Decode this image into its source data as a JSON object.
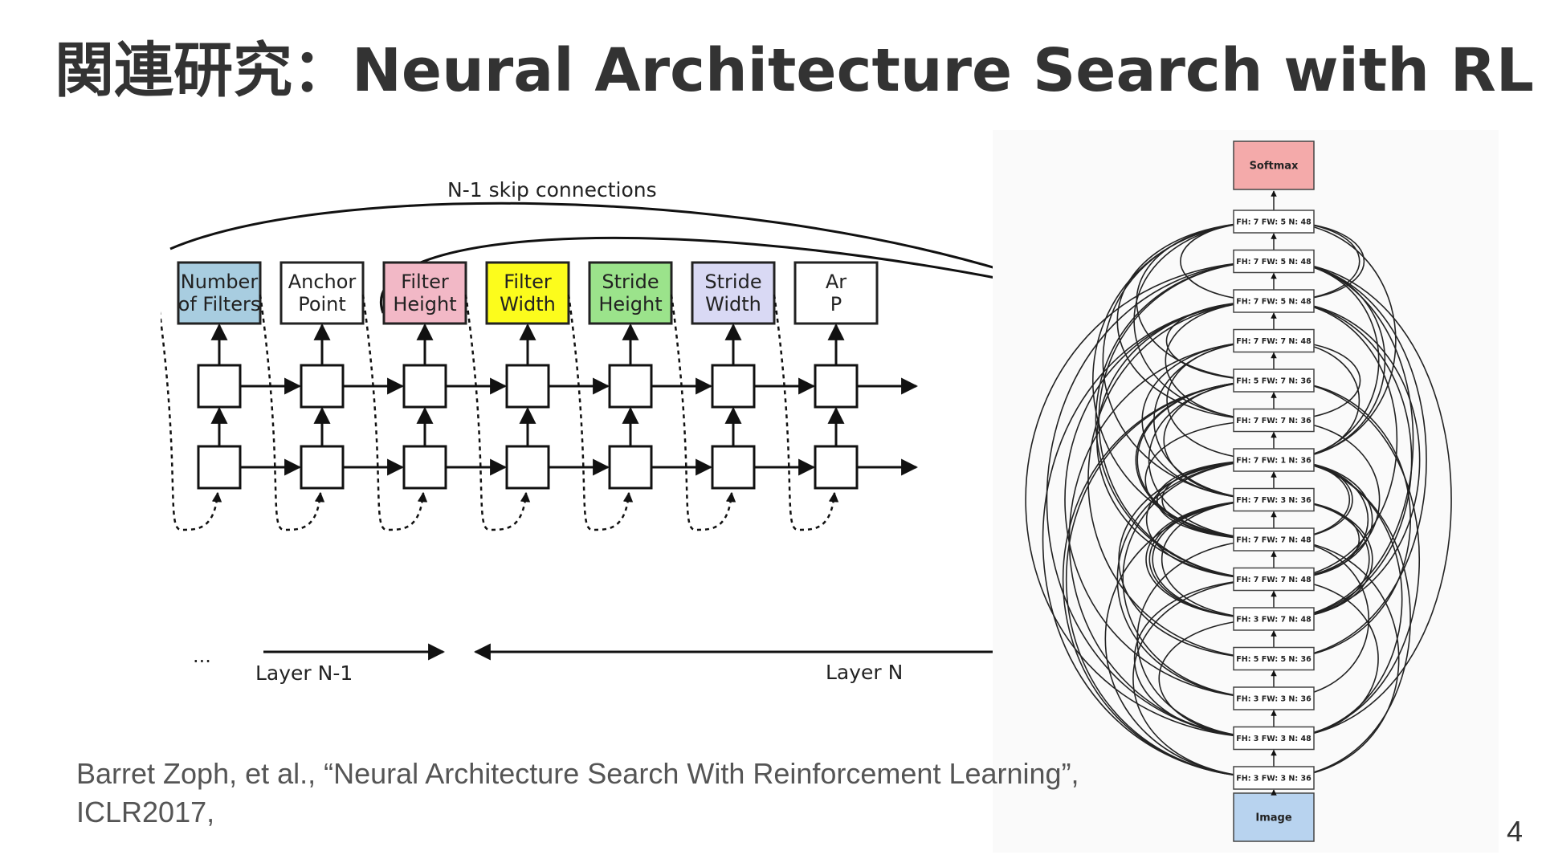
{
  "slide": {
    "title": "関連研究：Neural Architecture Search with RL",
    "citation_line1": "Barret Zoph, et al., “Neural Architecture Search With Reinforcement Learning”,",
    "citation_line2": "ICLR2017,",
    "page_number": "4"
  },
  "controller": {
    "skip_label": "N-1 skip connections",
    "layer_prev_label": "Layer N-1",
    "layer_label": "Layer N",
    "ellipsis": "...",
    "outputs": [
      {
        "line1": "Number",
        "line2": "of Filters",
        "color": "#a8cde0"
      },
      {
        "line1": "Anchor",
        "line2": "Point",
        "color": "#ffffff"
      },
      {
        "line1": "Filter",
        "line2": "Height",
        "color": "#f2b8c6"
      },
      {
        "line1": "Filter",
        "line2": "Width",
        "color": "#fcfc1c"
      },
      {
        "line1": "Stride",
        "line2": "Height",
        "color": "#9be38b"
      },
      {
        "line1": "Stride",
        "line2": "Width",
        "color": "#d9d9f4"
      },
      {
        "line1": "Ar",
        "line2": "P",
        "color": "#ffffff"
      }
    ]
  },
  "network": {
    "top_node": "Softmax",
    "top_color": "#f4aaaa",
    "bottom_node": "Image",
    "bottom_color": "#b8d3ef",
    "layers": [
      "FH: 7 FW: 5 N: 48",
      "FH: 7 FW: 5 N: 48",
      "FH: 7 FW: 5 N: 48",
      "FH: 7 FW: 7 N: 48",
      "FH: 5 FW: 7 N: 36",
      "FH: 7 FW: 7 N: 36",
      "FH: 7 FW: 1 N: 36",
      "FH: 7 FW: 3 N: 36",
      "FH: 7 FW: 7 N: 48",
      "FH: 7 FW: 7 N: 48",
      "FH: 3 FW: 7 N: 48",
      "FH: 5 FW: 5 N: 36",
      "FH: 3 FW: 3 N: 36",
      "FH: 3 FW: 3 N: 48",
      "FH: 3 FW: 3 N: 36"
    ]
  }
}
